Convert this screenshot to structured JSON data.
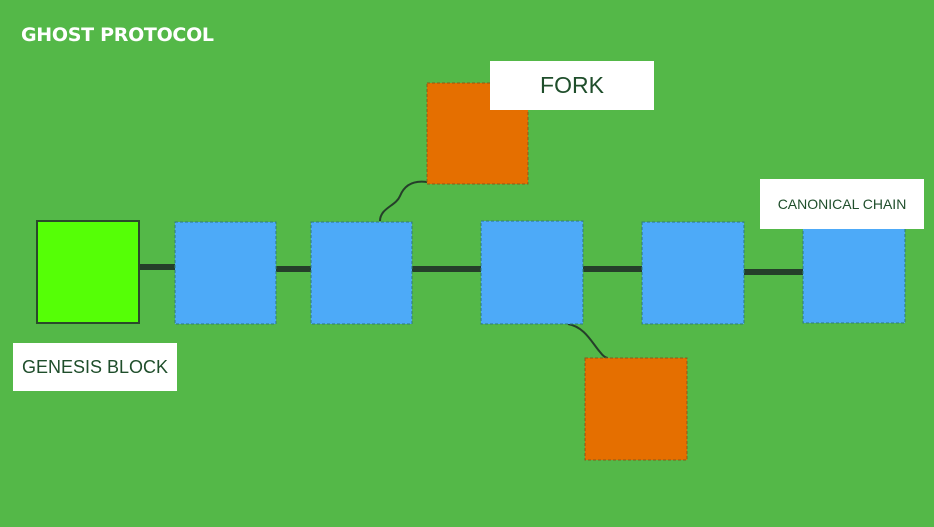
{
  "diagram": {
    "title": "GHOST PROTOCOL",
    "labels": {
      "fork": "FORK",
      "canonical_chain": "CANONICAL CHAIN",
      "genesis_block": "GENESIS BLOCK"
    },
    "colors": {
      "background": "#54b848",
      "genesis_block": "#55ff06",
      "chain_block": "#4daaf8",
      "fork_block": "#e56f00",
      "connector": "#253f2a"
    },
    "nodes": {
      "genesis": "genesis block",
      "chain_count": 5,
      "fork_count": 2
    }
  }
}
